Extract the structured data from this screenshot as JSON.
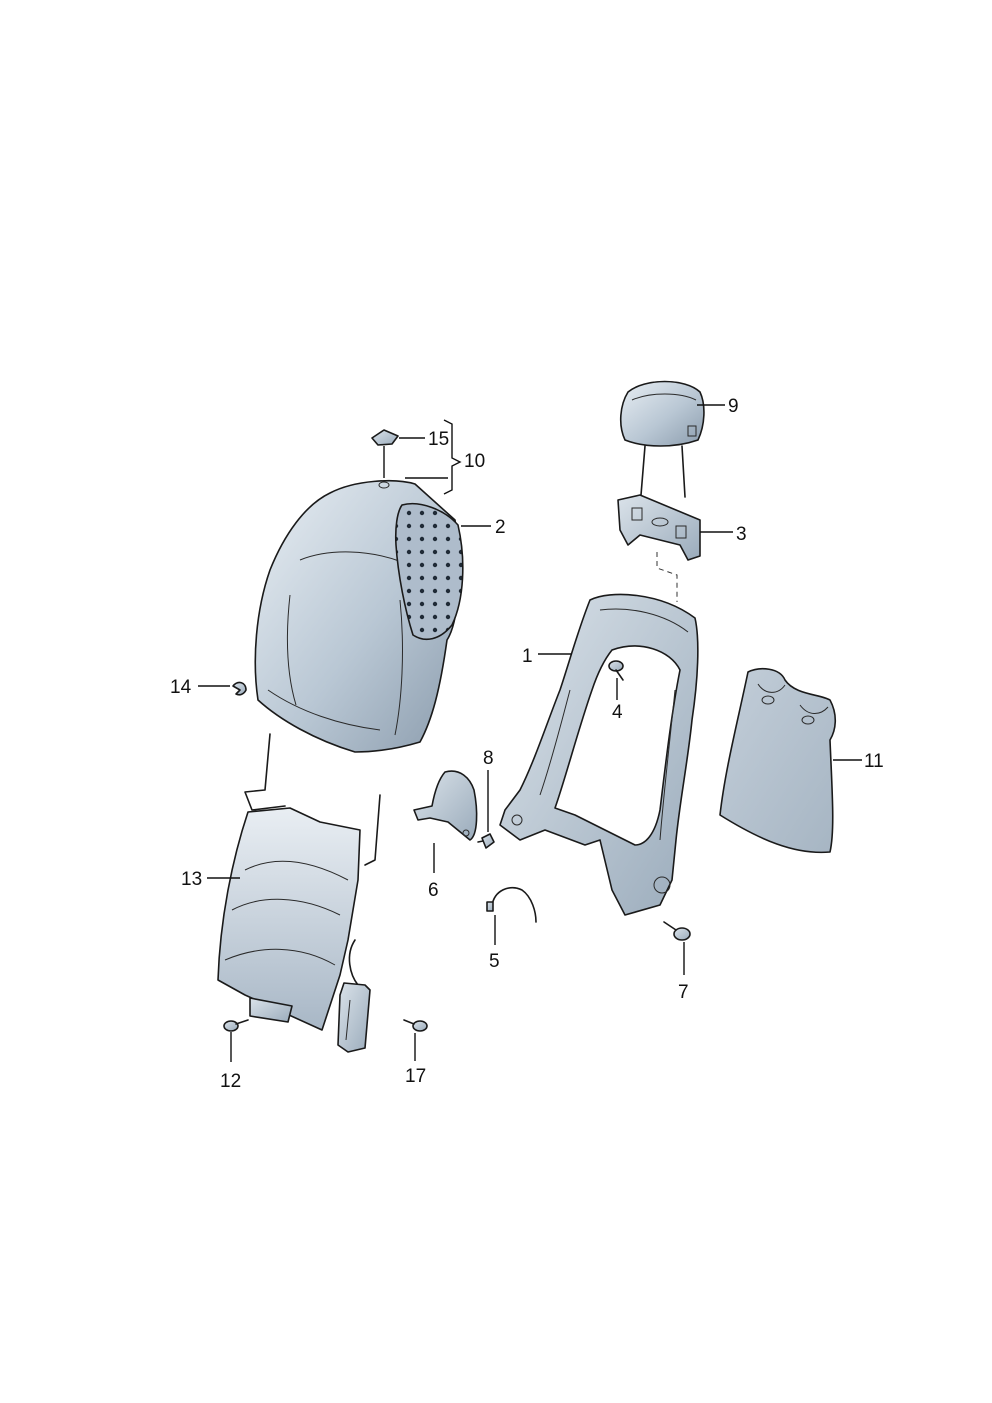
{
  "callouts": [
    {
      "id": "1",
      "label": "1"
    },
    {
      "id": "2",
      "label": "2"
    },
    {
      "id": "3",
      "label": "3"
    },
    {
      "id": "4",
      "label": "4"
    },
    {
      "id": "5",
      "label": "5"
    },
    {
      "id": "6",
      "label": "6"
    },
    {
      "id": "7",
      "label": "7"
    },
    {
      "id": "8",
      "label": "8"
    },
    {
      "id": "9",
      "label": "9"
    },
    {
      "id": "10",
      "label": "10"
    },
    {
      "id": "11",
      "label": "11"
    },
    {
      "id": "12",
      "label": "12"
    },
    {
      "id": "13",
      "label": "13"
    },
    {
      "id": "14",
      "label": "14"
    },
    {
      "id": "15",
      "label": "15"
    },
    {
      "id": "17",
      "label": "17"
    }
  ],
  "colors": {
    "part_fill_light": "#dfe7ee",
    "part_fill_mid": "#b9c7d4",
    "part_fill_dark": "#8b9cad",
    "foam_dots": "#1f2a36",
    "outline": "#1a1a1a"
  }
}
